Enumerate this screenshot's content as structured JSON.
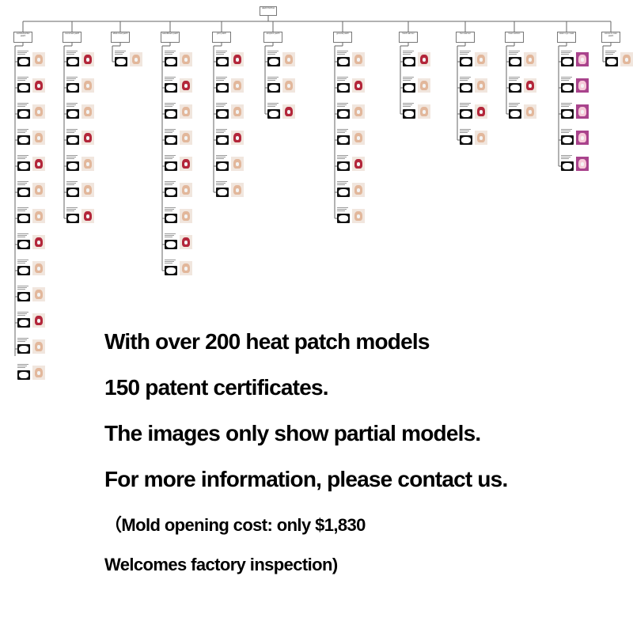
{
  "colors": {
    "line": "#666666",
    "text": "#000000",
    "skin": "#e2b79b",
    "red_cloth": "#b3263a",
    "purple_box": "#a9438c",
    "frame": "#111111"
  },
  "tree": {
    "root": "HEAT PATCH",
    "categories": [
      {
        "label": "neck&shoulder patch",
        "items": 13
      },
      {
        "label": "menstrual patch",
        "items": 7
      },
      {
        "label": "abdominal patch",
        "items": 1
      },
      {
        "label": "waist&back patch",
        "items": 9
      },
      {
        "label": "joint patch",
        "items": 6
      },
      {
        "label": "acupoint patch",
        "items": 3
      },
      {
        "label": "general patch",
        "items": 7
      },
      {
        "label": "hand warmer",
        "items": 3
      },
      {
        "label": "foot warmer",
        "items": 4
      },
      {
        "label": "heat cushion",
        "items": 3
      },
      {
        "label": "steam eye mask",
        "items": 5
      },
      {
        "label": "women's care patch",
        "items": 1
      }
    ]
  },
  "message": {
    "line1": "With over 200 heat patch models",
    "line2": "150 patent certificates.",
    "line3": "The images only show partial models.",
    "line4": "For more information, please contact us.",
    "line5": "（Mold opening cost: only $1,830",
    "line6": "Welcomes factory inspection)"
  }
}
